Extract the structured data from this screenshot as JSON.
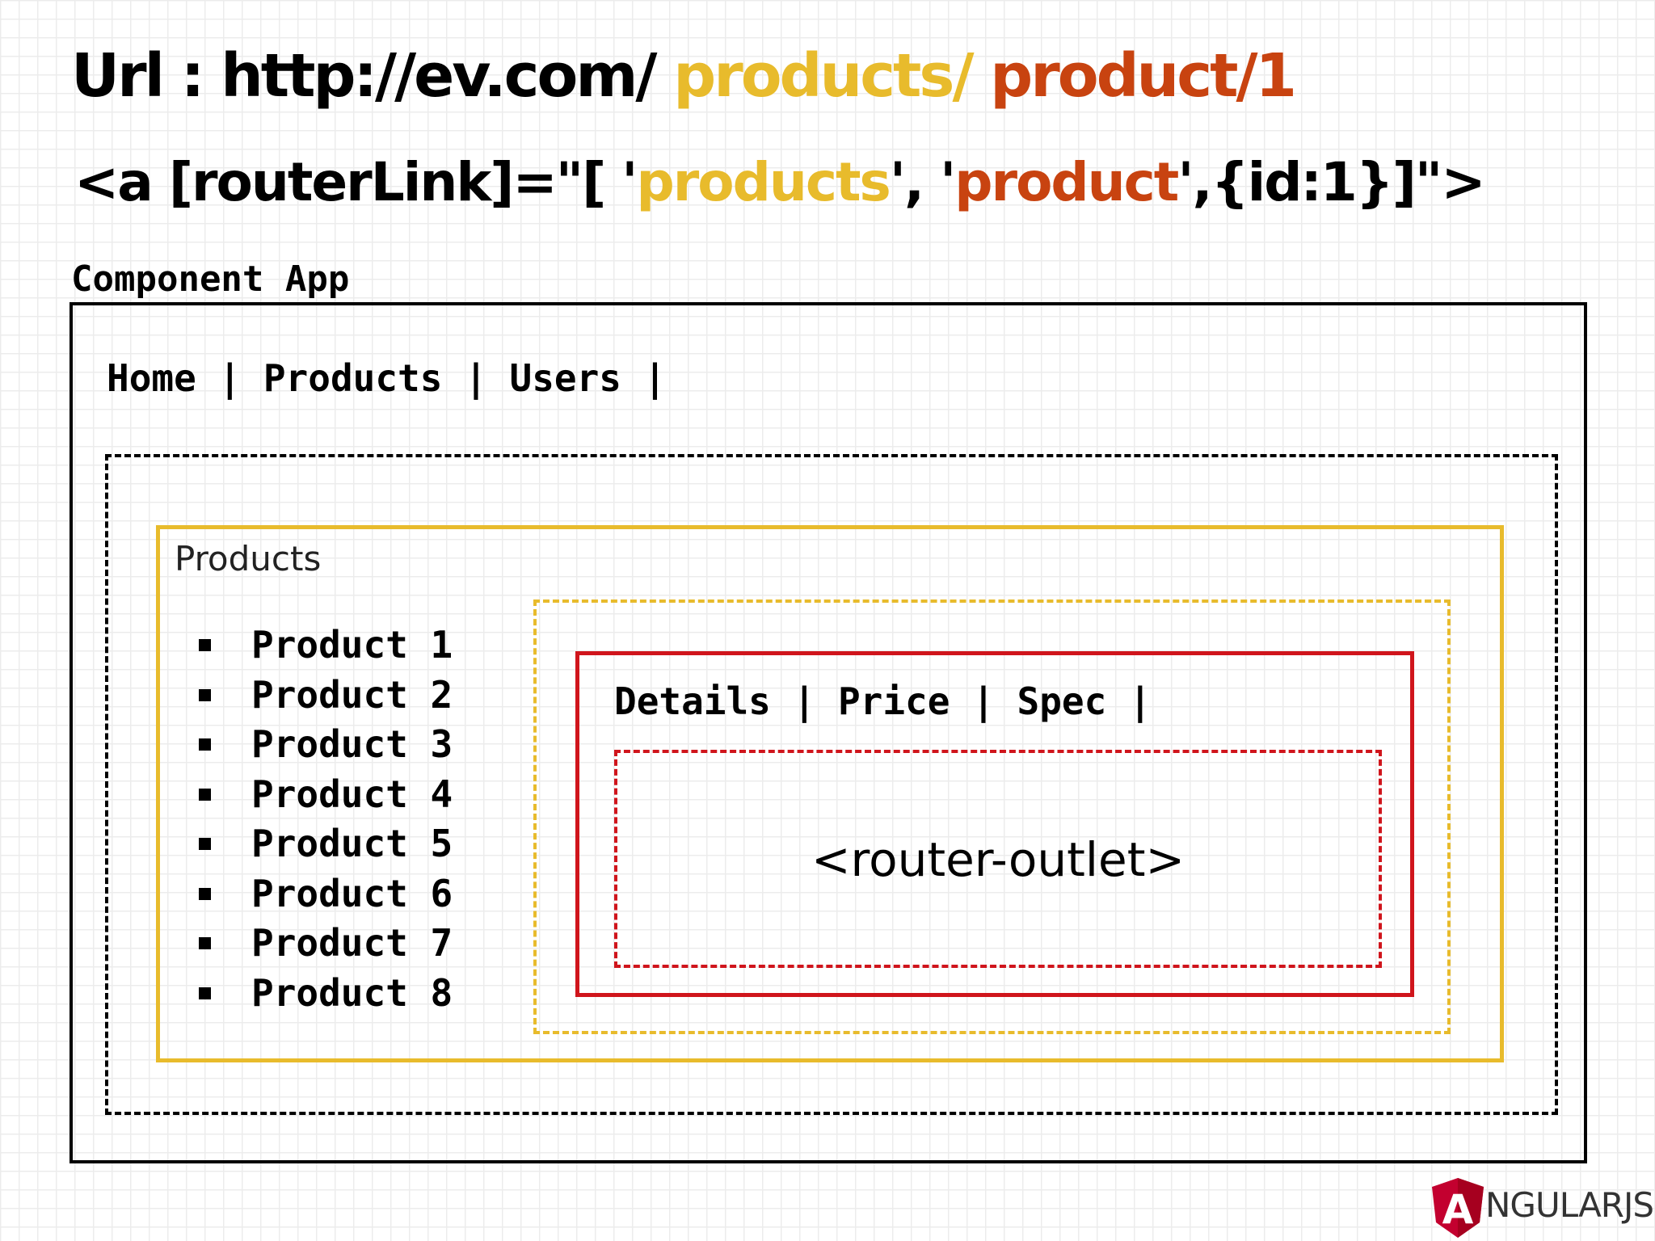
{
  "url_line": {
    "prefix": "Url : http://ev.com/",
    "segment_products": "products/",
    "segment_product": "product/1"
  },
  "router_link_line": {
    "part1": "<a [routerLink]=\"[ '",
    "products": "products",
    "part2": "', '",
    "product": "product",
    "part3": "',{id:1}]\">"
  },
  "component_app": {
    "label": "Component App",
    "nav": "Home | Products | Users |"
  },
  "products_component": {
    "label": "Products",
    "items": [
      "Product 1",
      "Product 2",
      "Product 3",
      "Product 4",
      "Product 5",
      "Product 6",
      "Product 7",
      "Product 8"
    ]
  },
  "product_component": {
    "nav": "Details | Price | Spec |",
    "outlet": "<router-outlet>"
  },
  "logo": {
    "letter": "A",
    "text": "NGULARJS"
  },
  "colors": {
    "products_accent": "#e8bb2c",
    "product_accent": "#c84310",
    "product_box": "#d0151c",
    "logo_red": "#c3002f"
  }
}
